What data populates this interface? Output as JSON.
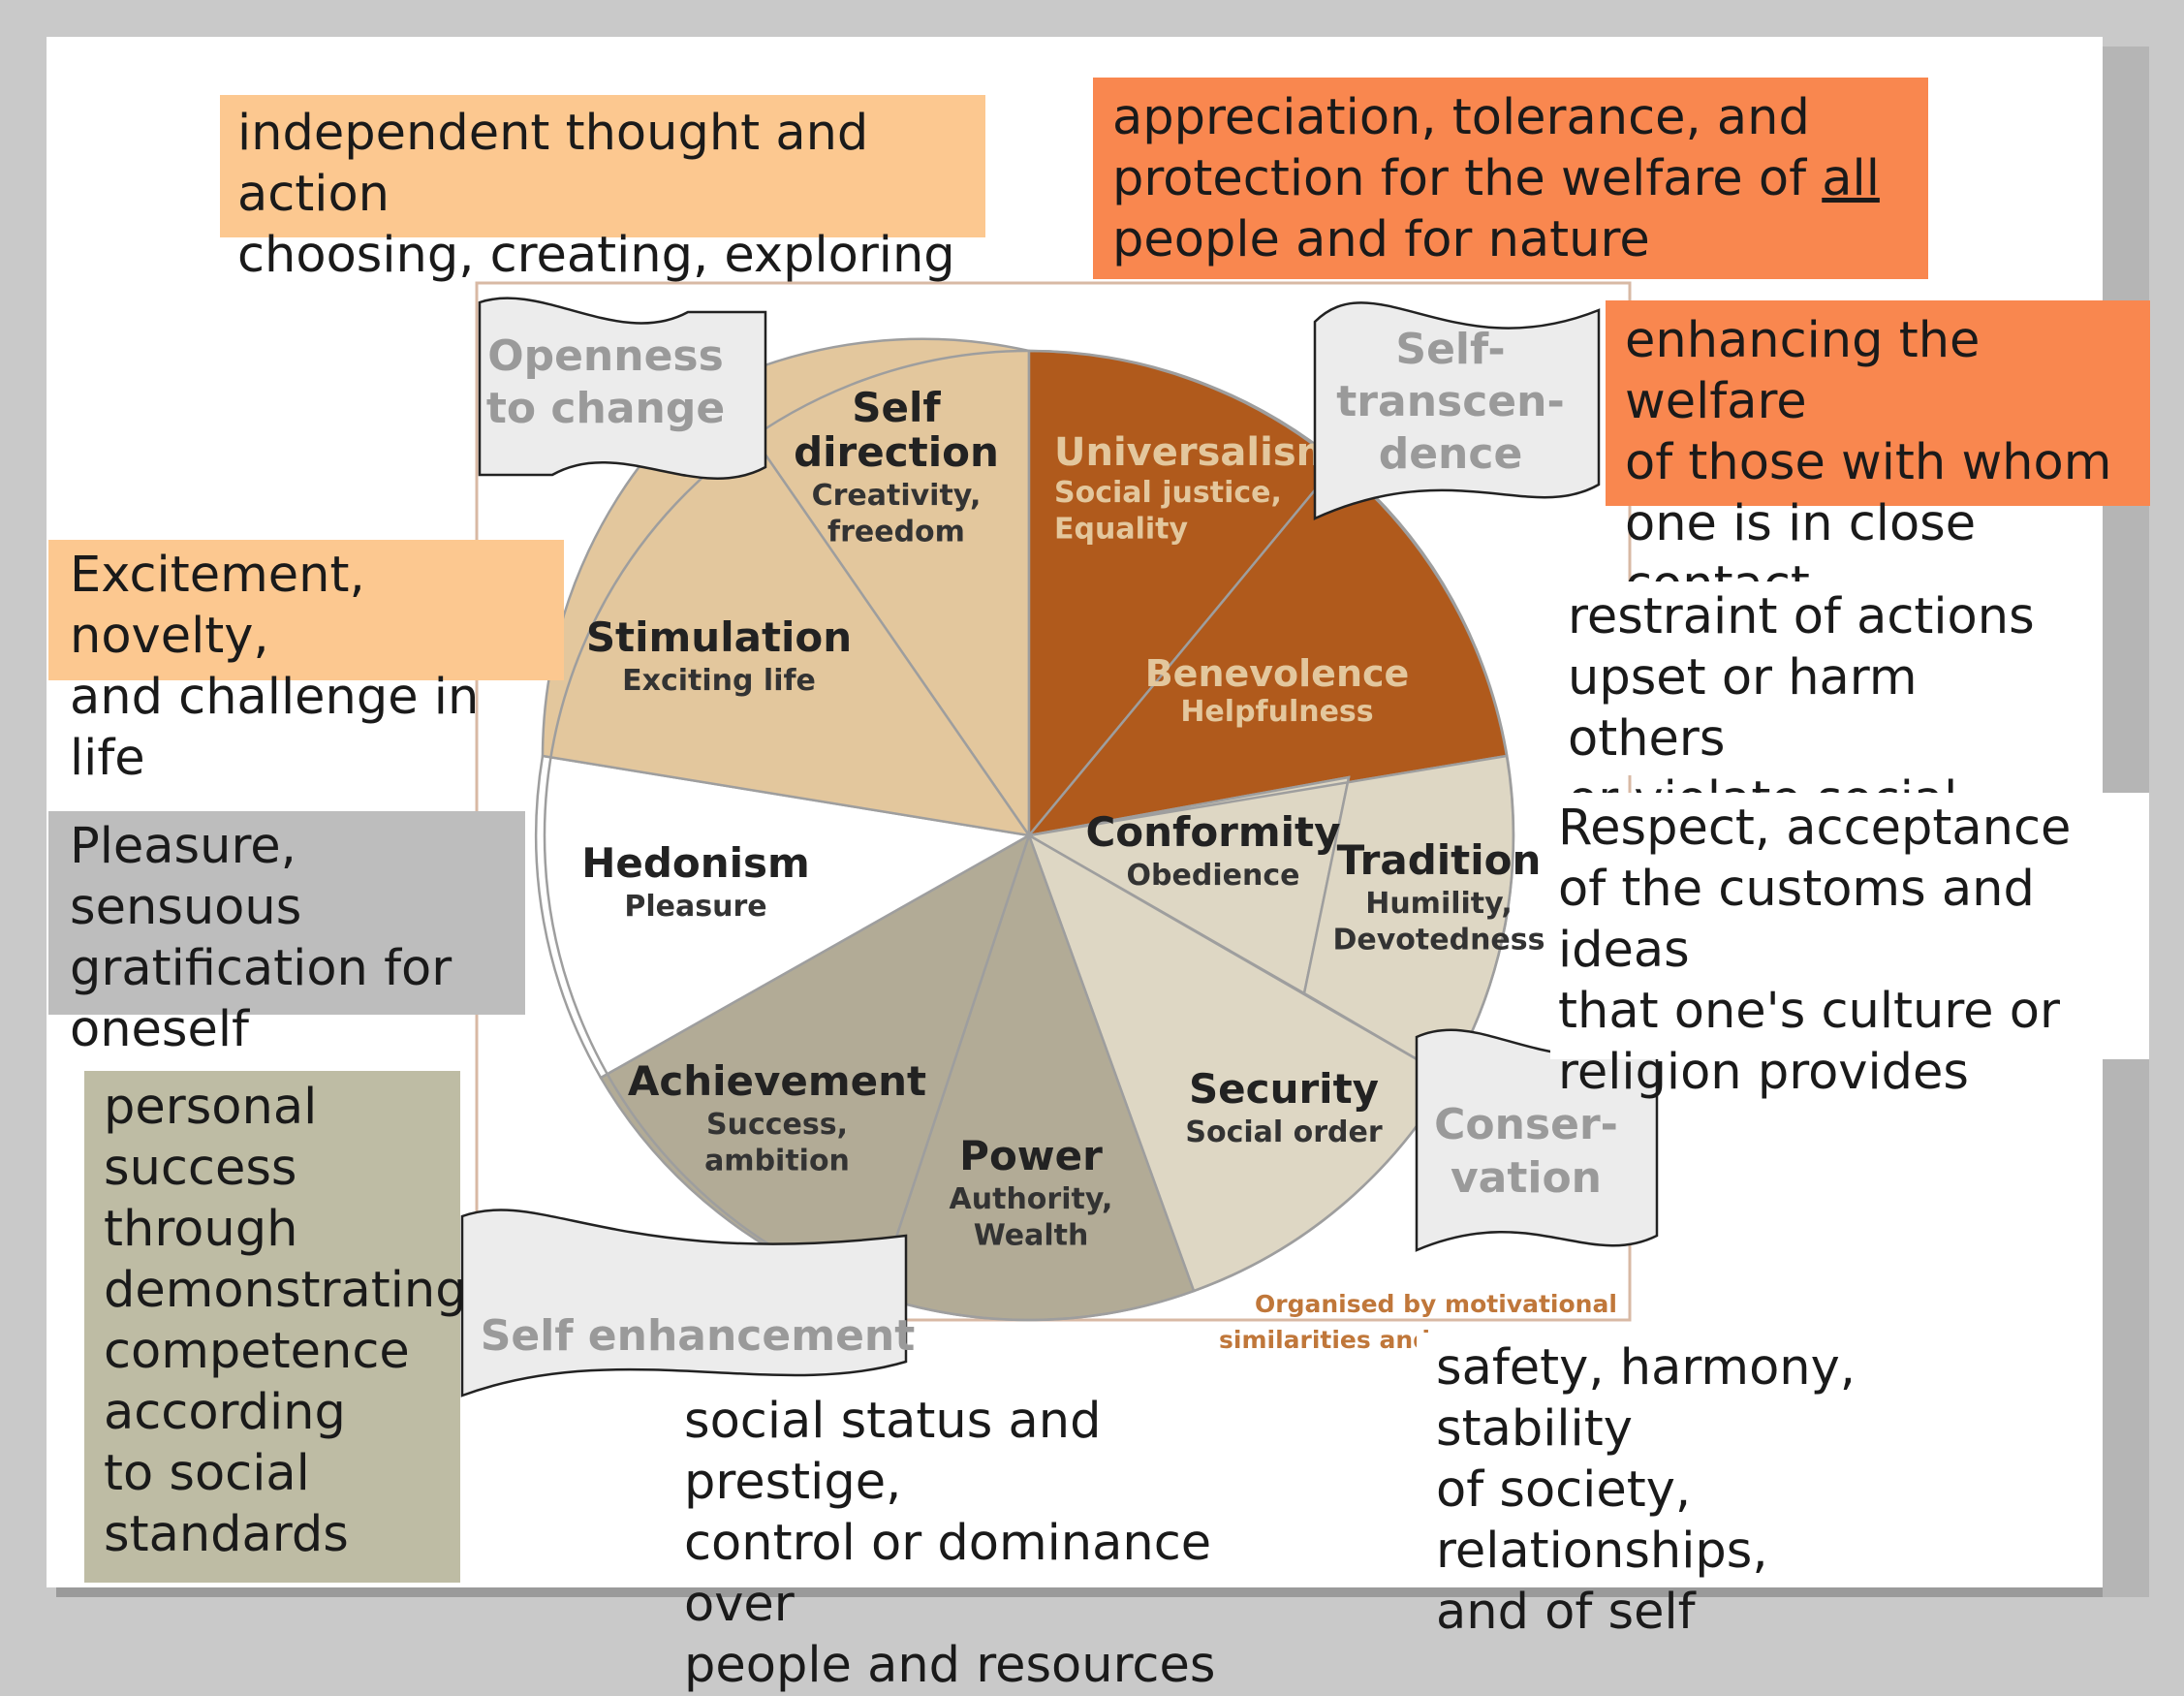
{
  "colors": {
    "openness": "#e3c79d",
    "self_transcendence": "#b05a1c",
    "conservation": "#ded7c4",
    "self_enhancement": "#b2ab96",
    "hedonism": "#ffffff",
    "box_independent": "#fcc890",
    "box_universalism": "#f9874f",
    "box_benevolence": "#f9874f",
    "box_stimulation": "#fcc890",
    "box_hedonism": "#bdbdbd",
    "box_achievement": "#bebca4",
    "caption": "#c0773a"
  },
  "boxes": {
    "independent": "independent thought and action\nchoosing, creating, exploring",
    "universalism": "appreciation, tolerance, and\nprotection for the welfare of ",
    "universalism_all": "all",
    "universalism_end": "\npeople and for nature",
    "benevolence": "enhancing the welfare\nof those with whom\none is in close contact",
    "conformity": "restraint of actions\nupset or harm others\nor violate social rules",
    "tradition": "Respect, acceptance\nof the customs and ideas\nthat one's culture or\nreligion provides",
    "stimulation": "Excitement, novelty,\nand challenge in life",
    "hedonism": "Pleasure, sensuous\ngratification for\noneself",
    "achievement": "personal\nsuccess\nthrough\ndemonstrating\ncompetence\naccording\nto social\nstandards",
    "power": "social status and prestige,\ncontrol or dominance over\npeople and resources",
    "security": "safety, harmony, stability\nof society, relationships,\nand of self"
  },
  "wheel": {
    "self_direction": {
      "title": [
        "Self",
        "direction"
      ],
      "sub": [
        "Creativity,",
        "freedom"
      ]
    },
    "universalism": {
      "title": [
        "Universalism"
      ],
      "sub": [
        "Social justice,",
        "Equality"
      ]
    },
    "benevolence": {
      "title": [
        "Benevolence"
      ],
      "sub": [
        "Helpfulness"
      ]
    },
    "conformity": {
      "title": [
        "Conformity"
      ],
      "sub": [
        "Obedience"
      ]
    },
    "tradition": {
      "title": [
        "Tradition"
      ],
      "sub": [
        "Humility,",
        "Devotedness"
      ]
    },
    "security": {
      "title": [
        "Security"
      ],
      "sub": [
        "Social order"
      ]
    },
    "power": {
      "title": [
        "Power"
      ],
      "sub": [
        "Authority,",
        "Wealth"
      ]
    },
    "achievement": {
      "title": [
        "Achievement"
      ],
      "sub": [
        "Success,",
        "ambition"
      ]
    },
    "hedonism": {
      "title": [
        "Hedonism"
      ],
      "sub": [
        "Pleasure"
      ]
    },
    "stimulation": {
      "title": [
        "Stimulation"
      ],
      "sub": [
        "Exciting life"
      ]
    }
  },
  "banners": {
    "openness": [
      "Openness",
      "to change"
    ],
    "self_transcendence": [
      "Self-",
      "transcen-",
      "dence"
    ],
    "conservation": [
      "Conser-",
      "vation"
    ],
    "self_enhancement": [
      "Self enhancement"
    ]
  },
  "caption": [
    "Organised by motivational",
    "similarities and"
  ]
}
